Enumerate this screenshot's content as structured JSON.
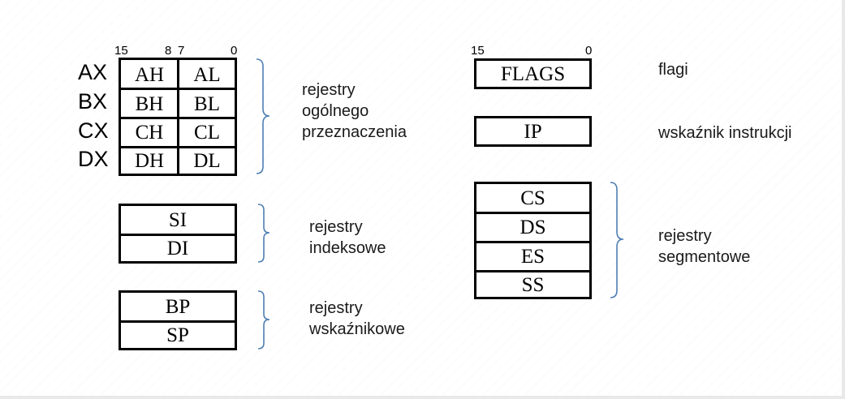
{
  "bits": {
    "left": [
      "15",
      "8",
      "7",
      "0"
    ],
    "right": [
      "15",
      "0"
    ]
  },
  "general": {
    "names": [
      "AX",
      "BX",
      "CX",
      "DX"
    ],
    "rows": [
      [
        "AH",
        "AL"
      ],
      [
        "BH",
        "BL"
      ],
      [
        "CH",
        "CL"
      ],
      [
        "DH",
        "DL"
      ]
    ],
    "label": [
      "rejestry",
      "ogólnego",
      "przeznaczenia"
    ]
  },
  "index": {
    "cells": [
      "SI",
      "DI"
    ],
    "label": [
      "rejestry",
      "indeksowe"
    ]
  },
  "pointer": {
    "cells": [
      "BP",
      "SP"
    ],
    "label": [
      "rejestry",
      "wskaźnikowe"
    ]
  },
  "flags": {
    "cell": "FLAGS",
    "label": "flagi"
  },
  "ip": {
    "cell": "IP",
    "label": "wskaźnik instrukcji"
  },
  "segment": {
    "cells": [
      "CS",
      "DS",
      "ES",
      "SS"
    ],
    "label": [
      "rejestry",
      "segmentowe"
    ]
  },
  "colors": {
    "brace": "#4f7fb3",
    "box": "#000000",
    "text": "#1a1a1a"
  }
}
